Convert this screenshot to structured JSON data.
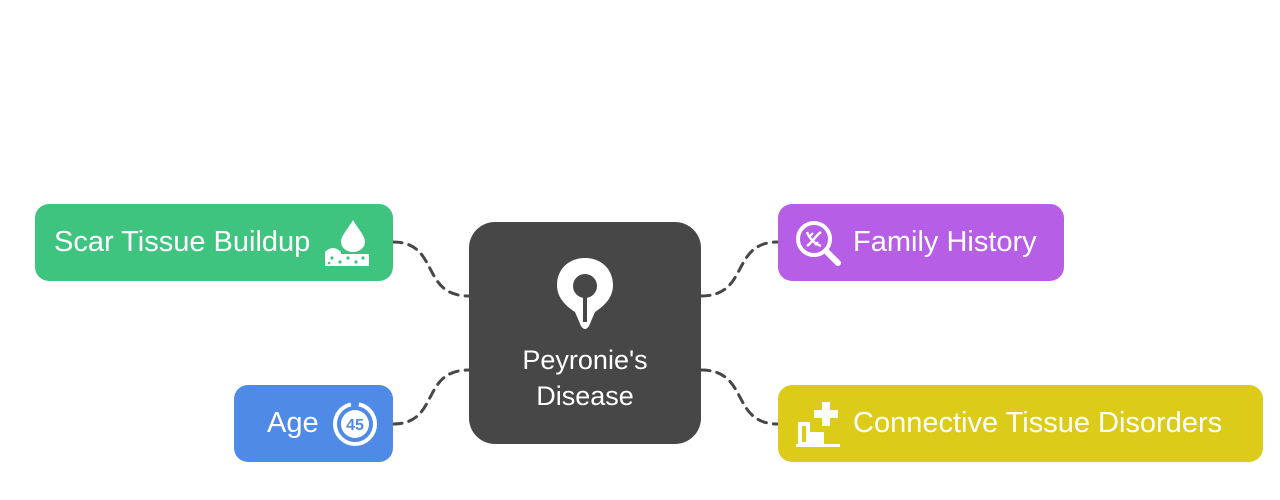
{
  "center": {
    "title_line1": "Peyronie's",
    "title_line2": "Disease",
    "icon": "location-pin-icon",
    "color": "#474747"
  },
  "branches": {
    "scar": {
      "label": "Scar Tissue Buildup",
      "icon": "skin-tissue-drop-icon",
      "color": "#3fc47f"
    },
    "age": {
      "label": "Age",
      "icon": "age-45-badge-icon",
      "color": "#4e8ae6"
    },
    "family": {
      "label": "Family History",
      "icon": "dna-magnifier-icon",
      "color": "#b65ee6"
    },
    "connective": {
      "label": "Connective Tissue Disorders",
      "icon": "medical-cross-icon",
      "color": "#dccb18"
    }
  },
  "connector_color": "#474747"
}
